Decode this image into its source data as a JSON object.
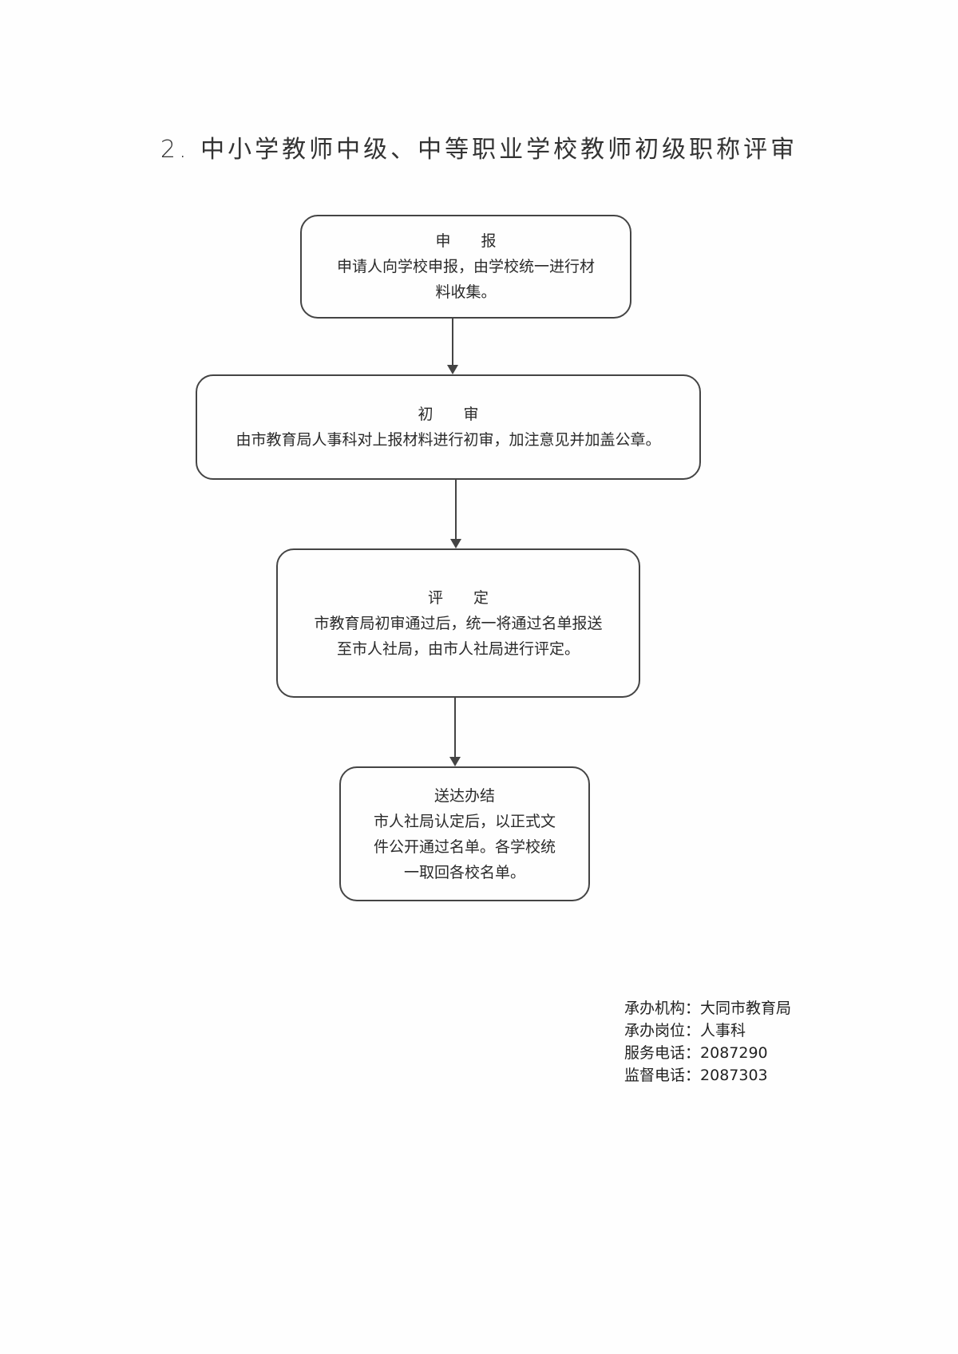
{
  "title": "2. 中小学教师中级、中等职业学校教师初级职称评审",
  "steps": [
    {
      "heading": "申　　报",
      "lines": [
        "申请人向学校申报，由学校统一进行材",
        "料收集。"
      ]
    },
    {
      "heading": "初　　审",
      "lines": [
        "由市教育局人事科对上报材料进行初审，加注意见并加盖公章。"
      ]
    },
    {
      "heading": "评　　定",
      "lines": [
        "市教育局初审通过后，统一将通过名单报送",
        "至市人社局，由市人社局进行评定。"
      ]
    },
    {
      "heading": "送达办结",
      "lines": [
        "市人社局认定后，以正式文",
        "件公开通过名单。各学校统",
        "一取回各校名单。"
      ]
    }
  ],
  "footer": [
    {
      "label": "承办机构：",
      "value": "大同市教育局"
    },
    {
      "label": "承办岗位：",
      "value": "人事科"
    },
    {
      "label": "服务电话：",
      "value": "2087290"
    },
    {
      "label": "监督电话：",
      "value": "2087303"
    }
  ]
}
